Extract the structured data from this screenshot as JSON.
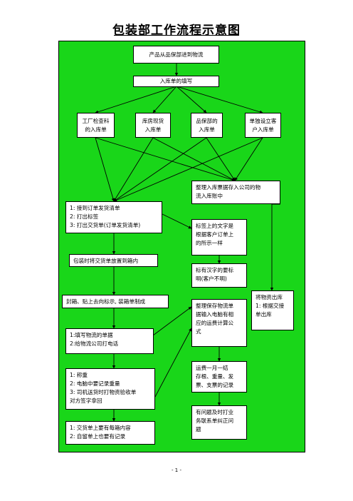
{
  "title": "包装部工作流程示意图",
  "page_number": "- 1 -",
  "colors": {
    "canvas": "#19d619",
    "node_fill": "#ffffff",
    "line": "#000000"
  },
  "nodes": {
    "product_arrival": "产品从品保部进到物流",
    "stock_in_form": "入库单的填写",
    "factory_inspection": "工厂检查科\n的入库单",
    "warehouse_stock": "库房现货\n入库单",
    "qa_department": "品保部的\n入库单",
    "customer_form": "单独设立客\n户入库单",
    "organize_receipts": "整理入库票据存入公司的物\n流入库账中",
    "receive_order": "1:  接到订单发货清单\n2:  打出标签\n3:  打出交货单(订单发货清单)",
    "label_text": "标签上的文字是\n根据客户订单上\n的所示一样",
    "put_delivery_note": "包装时将交货单放置到箱内",
    "chinese_label": "标有汉字的要标\n明(客户不明)",
    "seal_box": "封箱、贴上去向标示, 装箱单制成",
    "shipment_out": "将物资出库\n1: 根据交接\n单出库",
    "organize_logistics": "整理保存物流单\n据输入电脑有相\n应的运费计算公\n式",
    "logistics_form": "1:填写物流的单据\n2:给物流公司打电话",
    "freight_settlement": "运费一月一结\n存根、重量、发\n票、支票的记录",
    "weighing": "1:  称重\n2:  电脑中要记录重量\n3:  司机送货时打物资验收单\n     对方签字拿回",
    "report_problems": "有问题及时打业\n务联系单纠正问\n题",
    "box_contents": "1:  交货单上要有每箱内容\n2:  自留单上也要有记录"
  }
}
